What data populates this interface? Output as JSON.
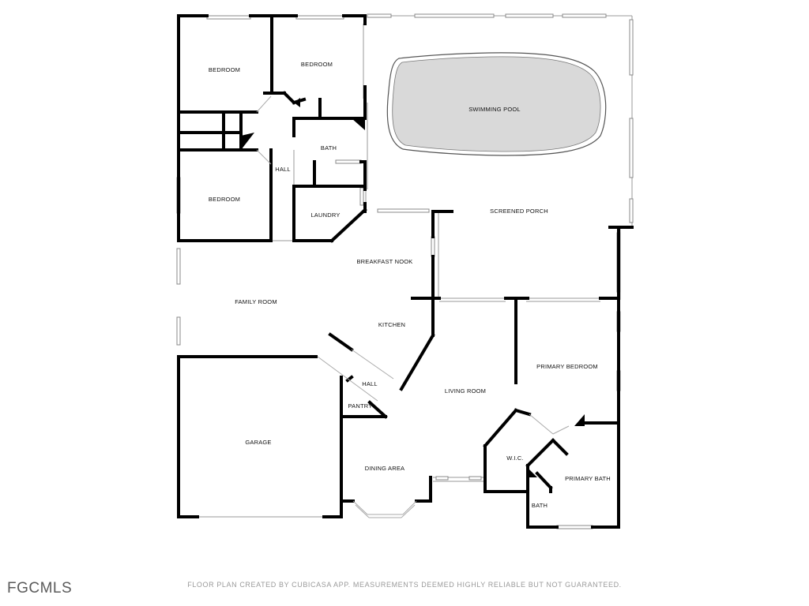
{
  "plan": {
    "rooms": {
      "bedroom_1": "BEDROOM",
      "bedroom_2": "BEDROOM",
      "bedroom_3": "BEDROOM",
      "hall_north": "HALL",
      "bath": "BATH",
      "laundry": "LAUNDRY",
      "swimming_pool": "SWIMMING POOL",
      "screened_porch": "SCREENED PORCH",
      "breakfast_nook": "BREAKFAST NOOK",
      "family_room": "FAMILY ROOM",
      "kitchen": "KITCHEN",
      "hall_south": "HALL",
      "pantry": "PANTRY",
      "living_room": "LIVING ROOM",
      "primary_bedroom": "PRIMARY BEDROOM",
      "garage": "GARAGE",
      "dining_area": "DINING AREA",
      "wic": "W.I.C.",
      "primary_bath": "PRIMARY BATH",
      "bath_2": "BATH"
    }
  },
  "footer": {
    "disclaimer": "FLOOR PLAN CREATED BY CUBICASA APP. MEASUREMENTS DEEMED HIGHLY RELIABLE BUT NOT GUARANTEED.",
    "logo": "FGCMLS"
  }
}
